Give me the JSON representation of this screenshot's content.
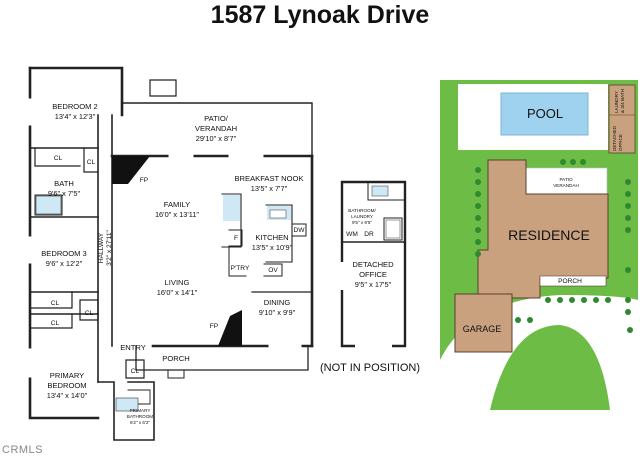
{
  "title": "1587 Lynoak Drive",
  "floor_plan": {
    "rooms": {
      "bedroom2": {
        "name": "BEDROOM 2",
        "size": "13'4\" x 12'3\""
      },
      "patio": {
        "name": "PATIO/",
        "name2": "VERANDAH",
        "size": "29'10\" x 8'7\""
      },
      "bath": {
        "name": "BATH",
        "size": "9'6\" x 7'5\""
      },
      "family": {
        "name": "FAMILY",
        "size": "16'0\" x 13'11\""
      },
      "breakfast_nook": {
        "name": "BREAKFAST NOOK",
        "size": "13'5\" x 7'7\""
      },
      "kitchen": {
        "name": "KITCHEN",
        "size": "13'5\" x 10'9\""
      },
      "bedroom3": {
        "name": "BEDROOM 3",
        "size": "9'6\" x 12'2\""
      },
      "hallway": {
        "name": "HALLWAY",
        "size": "3'2\" x 27'11\""
      },
      "living": {
        "name": "LIVING",
        "size": "16'0\" x 14'1\""
      },
      "dining": {
        "name": "DINING",
        "size": "9'10\" x 9'9\""
      },
      "primary_bedroom": {
        "name": "PRIMARY",
        "name2": "BEDROOM",
        "size": "13'4\" x 14'0\""
      },
      "primary_bath": {
        "name": "PRIMARY",
        "name2": "BATHROOM",
        "size": "6'2\" x 6'2\""
      },
      "entry": {
        "name": "ENTRY"
      },
      "porch": {
        "name": "PORCH"
      }
    },
    "fixtures": {
      "closet": "CL",
      "fireplace": "FP",
      "fridge": "F",
      "pantry": "P'TRY",
      "dishwasher": "DW",
      "oven": "OV"
    }
  },
  "office_plan": {
    "bathroom_laundry": {
      "name": "BATHROOM/",
      "name2": "LAUNDRY",
      "size": "9'5\" x 9'5\""
    },
    "washer": "WM",
    "dryer": "DR",
    "detached_office": {
      "name": "DETACHED",
      "name2": "OFFICE",
      "size": "9'5\" x 17'5\""
    },
    "note": "(NOT IN POSITION)"
  },
  "site_plan": {
    "pool": "POOL",
    "residence": "RESIDENCE",
    "garage": "GARAGE",
    "porch": "PORCH",
    "patio": "PATIO",
    "verandah": "VERANDAH",
    "detached_office": {
      "line1": "DETACHED",
      "line2": "OFFICE"
    },
    "laundry_bath": {
      "line1": "LAUNDRY",
      "line2": "& 3/4 BATH"
    }
  },
  "watermark": "CRMLS",
  "colors": {
    "lawn": "#6cbc45",
    "lawn_light": "#8fd068",
    "shrub": "#2f8a2f",
    "building": "#c9a17e",
    "building_stroke": "#5a4030",
    "pool": "#9fd2ee",
    "wall": "#222222"
  }
}
